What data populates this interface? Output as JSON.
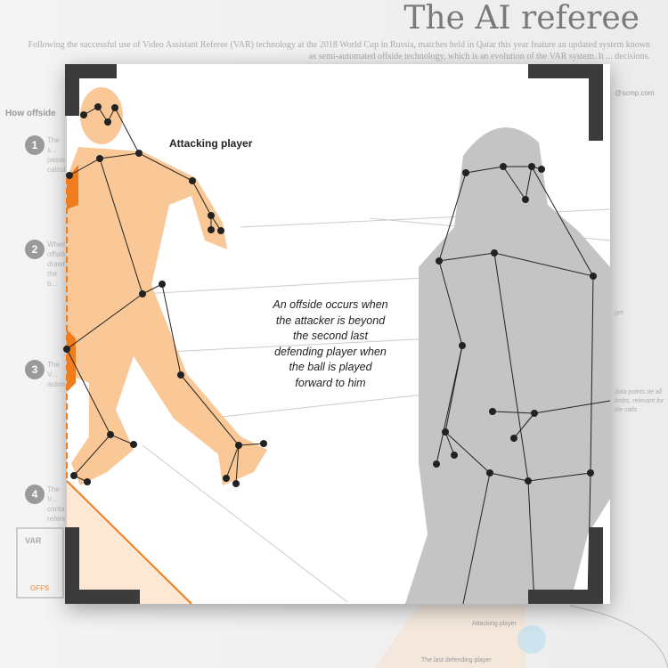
{
  "header": {
    "title": "The AI referee",
    "intro": "Following the successful use of Video Assistant Referee (VAR) technology at the 2018 World Cup in Russia, matches held in Qatar this year feature an updated system known as semi-automated offside technology, which is an evolution of the VAR system. It ... decisions.",
    "credit": "@scmp.com"
  },
  "sidebar": {
    "heading": "How offside",
    "steps": [
      {
        "n": "1",
        "text": "The s... passe... calcul..."
      },
      {
        "n": "2",
        "text": "When... offside... drawn... the b..."
      },
      {
        "n": "3",
        "text": "The V... autom..."
      },
      {
        "n": "4",
        "text": "The V... conta... refere..."
      }
    ],
    "var_label": "VAR",
    "var_sub": "OFFS"
  },
  "figure": {
    "attacker_label": "Attacking player",
    "note": "An offside occurs when the attacker is beyond the second last defending player when the ball is played forward to him",
    "side_note_1": "ger",
    "side_note_2": "data points de all limbs, relevant for ide calls"
  },
  "minimap": {
    "attacker": "Attacking player",
    "defender": "The last defending player"
  },
  "colors": {
    "attacker": "#f9c896",
    "defender": "#c4c4c4",
    "offside_line": "#f07c1c",
    "bracket": "#3b3b3b"
  }
}
